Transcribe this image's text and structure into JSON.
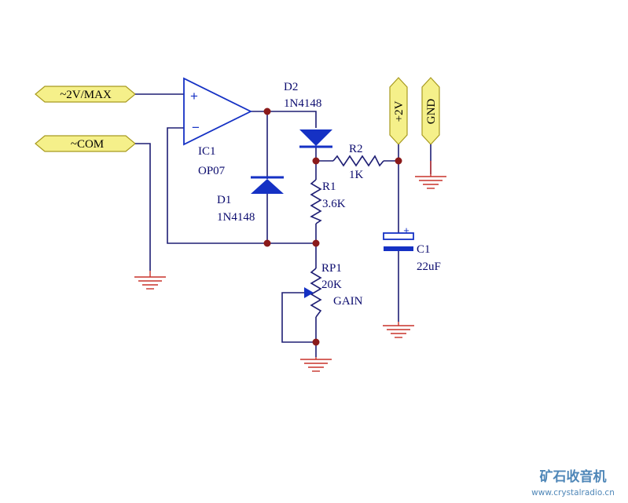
{
  "ports": {
    "vin": "~2V/MAX",
    "com": "~COM",
    "vout": "+2V",
    "gnd": "GND"
  },
  "components": {
    "ic1": {
      "ref": "IC1",
      "value": "OP07",
      "plus": "+",
      "minus": "−"
    },
    "d1": {
      "ref": "D1",
      "value": "1N4148"
    },
    "d2": {
      "ref": "D2",
      "value": "1N4148"
    },
    "r1": {
      "ref": "R1",
      "value": "3.6K"
    },
    "r2": {
      "ref": "R2",
      "value": "1K"
    },
    "rp1": {
      "ref": "RP1",
      "value": "20K",
      "label": "GAIN"
    },
    "c1": {
      "ref": "C1",
      "value": "22uF",
      "polarity": "+"
    }
  },
  "watermark": {
    "title": "矿石收音机",
    "url": "www.crystalradio.cn"
  },
  "colors": {
    "wire": "#1e1e74",
    "ground": "#c8322a",
    "junction": "#8b1a1a",
    "port_fill": "#f5f08a",
    "component": "#1531c4",
    "text": "#0b0b6e",
    "watermark": "#4f87b8"
  }
}
